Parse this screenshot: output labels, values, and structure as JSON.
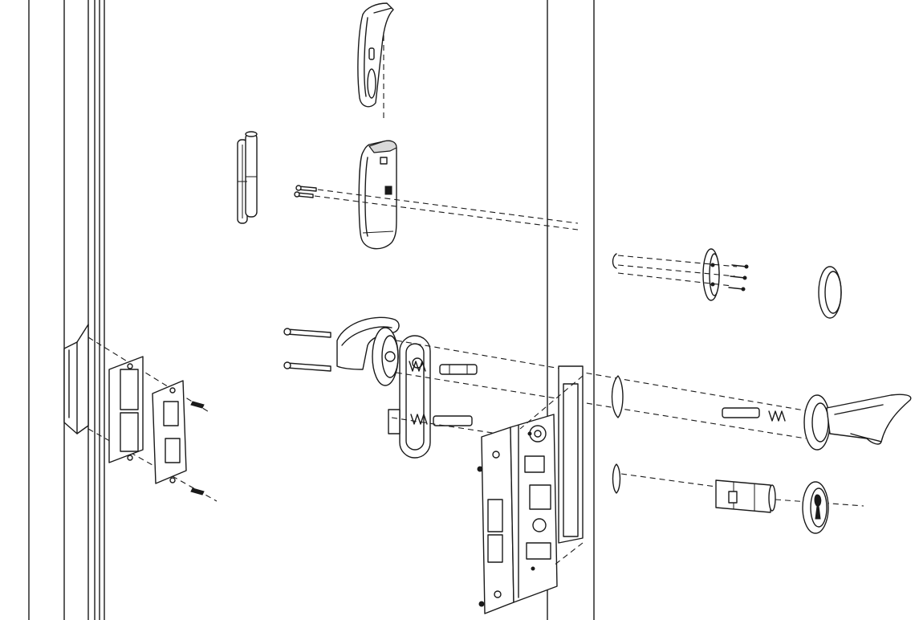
{
  "diagram": {
    "type": "exploded-assembly-line-drawing",
    "labels": [],
    "components": [
      "door-frame",
      "door-leaf",
      "hinge",
      "card-reader-cover",
      "card-reader-body",
      "inner-lever-handle",
      "inner-escutcheon-plate",
      "strike-box",
      "strike-plate",
      "mortise-lock-body",
      "mortise-faceplate",
      "outer-lever-handle",
      "outer-rose",
      "euro-cylinder",
      "cylinder-escutcheon",
      "battery-cover-ring",
      "mounting-plate",
      "spindle",
      "mounting-screws"
    ]
  }
}
